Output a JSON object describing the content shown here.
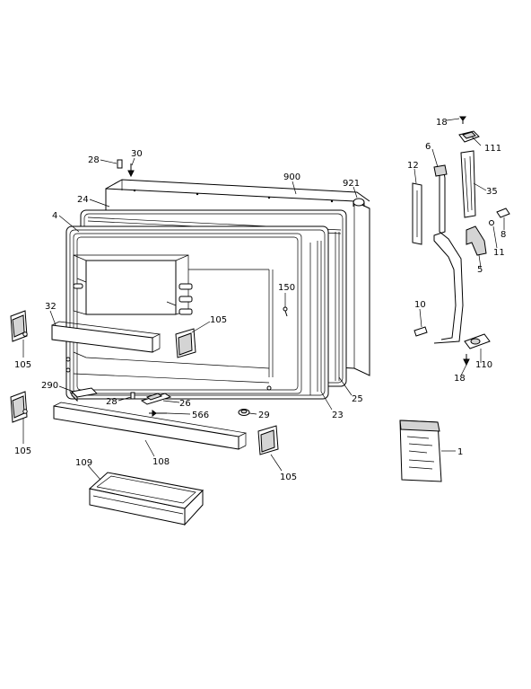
{
  "labels": {
    "l4": "4",
    "l24": "24",
    "l28a": "28",
    "l30": "30",
    "l900": "900",
    "l921": "921",
    "l32": "32",
    "l105a": "105",
    "l105b": "105",
    "l105c": "105",
    "l105d": "105",
    "l150": "150",
    "l290": "290",
    "l28b": "28",
    "l26": "26",
    "l566": "566",
    "l29": "29",
    "l23": "23",
    "l25": "25",
    "l108": "108",
    "l109": "109",
    "l18a": "18",
    "l111": "111",
    "l6": "6",
    "l12": "12",
    "l35": "35",
    "l8": "8",
    "l11": "11",
    "l5": "5",
    "l10": "10",
    "l110": "110",
    "l18b": "18",
    "l1": "1"
  }
}
